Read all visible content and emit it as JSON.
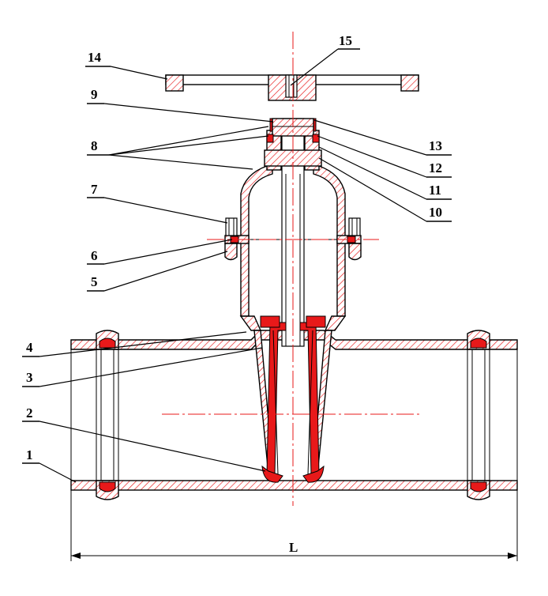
{
  "labels": {
    "p1": "1",
    "p2": "2",
    "p3": "3",
    "p4": "4",
    "p5": "5",
    "p6": "6",
    "p7": "7",
    "p8": "8",
    "p9": "9",
    "p10": "10",
    "p11": "11",
    "p12": "12",
    "p13": "13",
    "p14": "14",
    "p15": "15"
  },
  "dimension": {
    "length_label": "L"
  },
  "colors": {
    "hatch": "#e8191a",
    "seal": "#e8191a",
    "centerline": "#e8191a",
    "outline": "#000000"
  }
}
